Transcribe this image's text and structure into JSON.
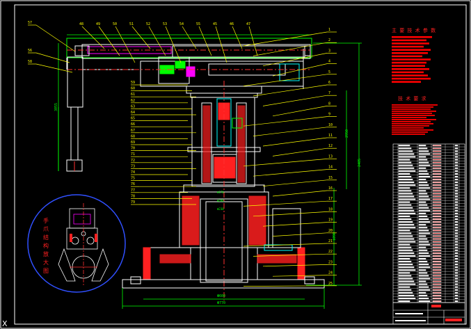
{
  "drawing": {
    "background": "#000000",
    "colors": {
      "frame": "#ffffff",
      "geometry": "#ffffff",
      "leaders": "#ffff00",
      "part_numbers": "#ffff00",
      "center_lines": "#ff3030",
      "hatch": "#ff2020",
      "green_dim": "#00ff00",
      "blue": "#3050ff",
      "cyan": "#00ffff",
      "magenta": "#ff00ff",
      "notes": "#ff0000",
      "title_block": "#ffffff"
    },
    "detail_label": "手 爪 结 构 放 大 图",
    "notes_heading_1": "主 要 技 术 参 数",
    "notes_heading_2": "技 术 要 求",
    "ucs_marker": "X",
    "dims": {
      "overall_width": "Φ770",
      "base_width": "Φ600",
      "height_1": "2950",
      "height_2": "2405",
      "arm_height": "3055",
      "lower_height": "1090",
      "col_dim_1": "Φ170",
      "col_dim_2": "Φ200",
      "col_dim_3": "Φ230"
    },
    "part_numbers_left": [
      "57",
      "56",
      "58",
      "59",
      "60",
      "61",
      "62",
      "63",
      "64",
      "65",
      "66",
      "67",
      "68",
      "69",
      "70",
      "71",
      "72",
      "73",
      "74",
      "75",
      "76",
      "77",
      "78",
      "79"
    ],
    "part_numbers_top": [
      "48",
      "49",
      "50",
      "51",
      "52",
      "53",
      "54",
      "55",
      "45",
      "46",
      "47"
    ],
    "part_numbers_right": [
      "1",
      "2",
      "3",
      "4",
      "5",
      "6",
      "7",
      "8",
      "9",
      "10",
      "11",
      "12",
      "13",
      "14",
      "15",
      "16",
      "17",
      "18",
      "19",
      "20",
      "21",
      "22",
      "23",
      "24",
      "25"
    ]
  }
}
